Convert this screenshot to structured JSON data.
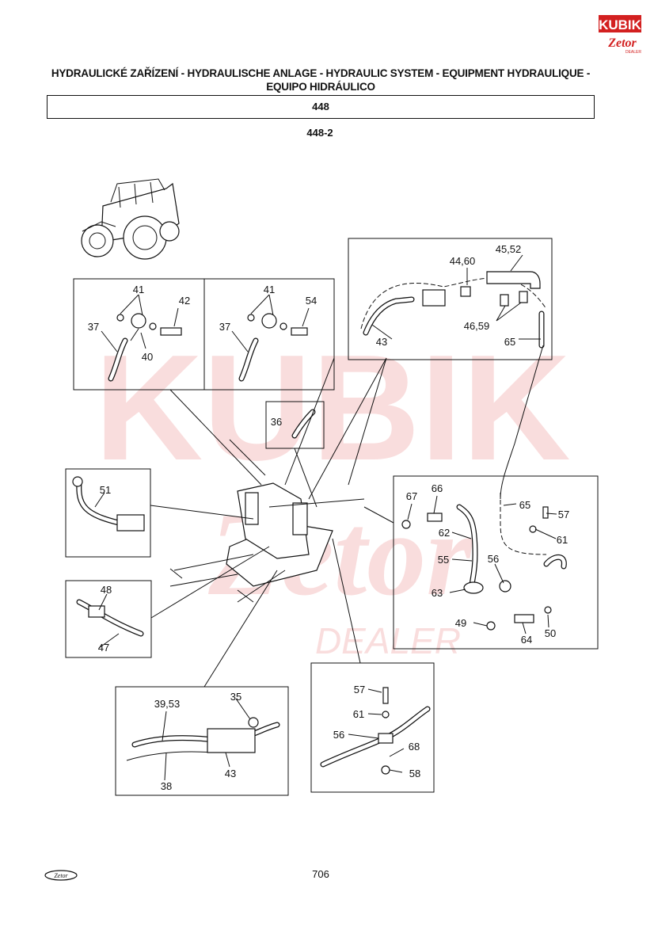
{
  "header": {
    "title_line1": "HYDRAULICKÉ ZAŘÍZENÍ - HYDRAULISCHE ANLAGE - HYDRAULIC SYSTEM - EQUIPMENT HYDRAULIQUE -",
    "title_line2": "EQUIPO HIDRÁULICO",
    "section_code": "448",
    "subsection_code": "448-2"
  },
  "logo": {
    "name": "kubik-zetor-dealer-logo",
    "text": "KUBIK",
    "subtext": "Zetor",
    "tag": "DEALER",
    "color": "#d32020"
  },
  "footer": {
    "page_number": "706",
    "logo_name": "zetor-logo"
  },
  "watermark": {
    "text": "KUBIK",
    "subtext": "Zetor",
    "tag": "DEALER",
    "color": "#e03030"
  },
  "callouts": {
    "left_box_a": [
      "41",
      "42",
      "37",
      "40"
    ],
    "left_box_b": [
      "41",
      "54",
      "37"
    ],
    "top_right": [
      "44,60",
      "45,52",
      "46,59",
      "43",
      "65"
    ],
    "small_box": [
      "36"
    ],
    "left_51": [
      "51"
    ],
    "left_48": [
      "48",
      "47"
    ],
    "right_big": [
      "67",
      "66",
      "65",
      "57",
      "62",
      "61",
      "55",
      "56",
      "63",
      "49",
      "64",
      "50"
    ],
    "bottom_a": [
      "39,53",
      "35",
      "38",
      "43"
    ],
    "bottom_b": [
      "57",
      "61",
      "56",
      "68",
      "58"
    ]
  }
}
